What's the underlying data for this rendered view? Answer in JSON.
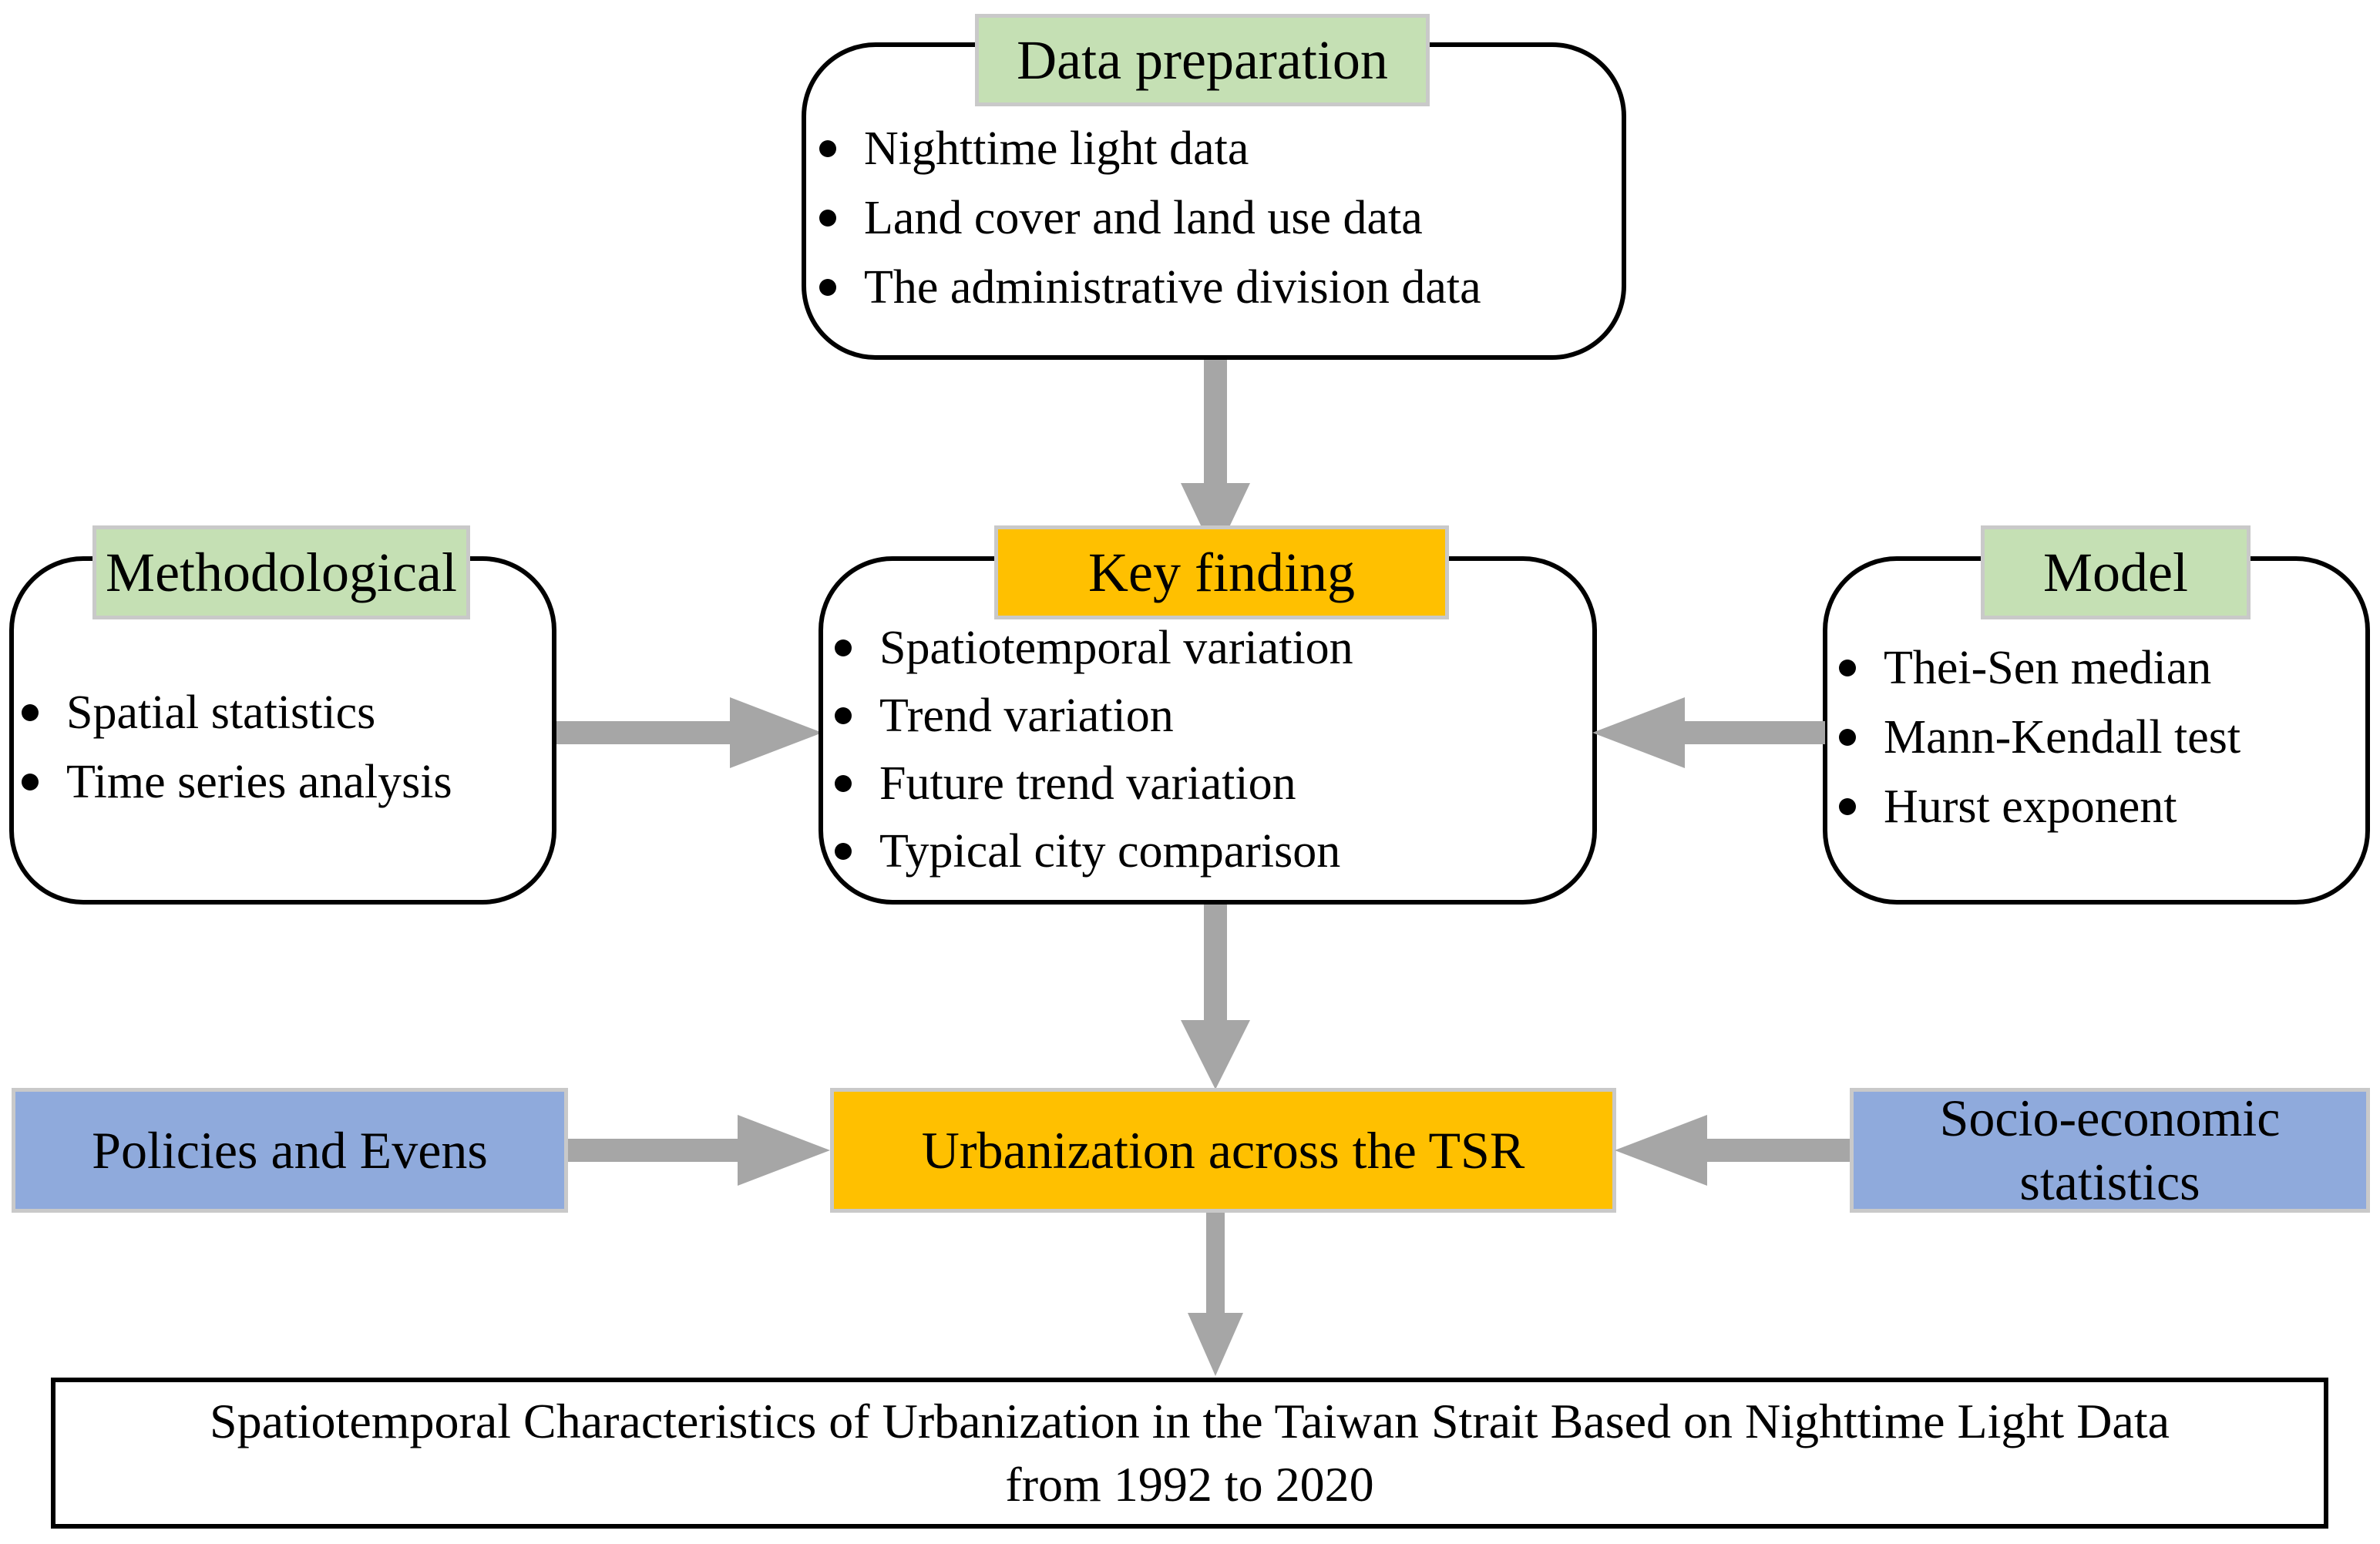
{
  "diagram": {
    "title_box": {
      "line1": "Spatiotemporal Characteristics of Urbanization in the Taiwan Strait Based on Nighttime Light Data",
      "line2": "from 1992 to 2020"
    },
    "nodes": {
      "data_preparation": {
        "label": "Data preparation",
        "items": [
          "Nighttime light data",
          "Land cover and land use data",
          "The administrative division data"
        ]
      },
      "methodological": {
        "label": "Methodological",
        "items": [
          "Spatial statistics",
          "Time series analysis"
        ]
      },
      "key_finding": {
        "label": "Key finding",
        "items": [
          "Spatiotemporal variation",
          "Trend variation",
          "Future trend variation",
          "Typical city comparison"
        ]
      },
      "model": {
        "label": "Model",
        "items": [
          "Thei-Sen median",
          "Mann-Kendall test",
          "Hurst exponent"
        ]
      },
      "policies_and_evens": {
        "label": "Policies and Evens"
      },
      "urbanization": {
        "label": "Urbanization across the TSR"
      },
      "socio_economic": {
        "label": "Socio-economic statistics"
      }
    },
    "colors": {
      "tab_green": "#c5e0b4",
      "tab_orange": "#ffc000",
      "fill_blue": "#8faadc",
      "fill_orange": "#ffc000",
      "arrow_gray": "#a6a6a6",
      "outline_black": "#000000",
      "tab_border_gray": "#c9c9c9"
    },
    "arrows": [
      {
        "name": "arrow-data-preparation-to-key-finding",
        "direction": "down"
      },
      {
        "name": "arrow-methodological-to-key-finding",
        "direction": "right"
      },
      {
        "name": "arrow-model-to-key-finding",
        "direction": "left"
      },
      {
        "name": "arrow-key-finding-to-urbanization",
        "direction": "down"
      },
      {
        "name": "arrow-policies-to-urbanization",
        "direction": "right"
      },
      {
        "name": "arrow-socio-economic-to-urbanization",
        "direction": "left"
      },
      {
        "name": "arrow-urbanization-to-title",
        "direction": "down"
      }
    ]
  }
}
